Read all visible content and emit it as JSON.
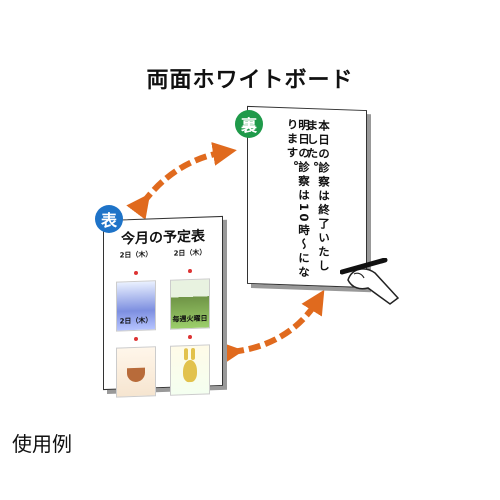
{
  "title": "両面ホワイトボード",
  "caption": "使用例",
  "back": {
    "badge": "裏",
    "message_line1": "本日の診察は終了いたしました。",
    "message_line2": "明日の診察は10時～になります。"
  },
  "front": {
    "badge": "表",
    "board_title": "今月の予定表",
    "cells": [
      {
        "head": "2日（木）"
      },
      {
        "head": "2日（木）"
      },
      {
        "head": "2日（木）"
      },
      {
        "head": "毎週火曜日"
      }
    ]
  },
  "colors": {
    "arrow": "#e06a1e",
    "back_badge": "#1f9a4a",
    "front_badge": "#1e73c8"
  }
}
